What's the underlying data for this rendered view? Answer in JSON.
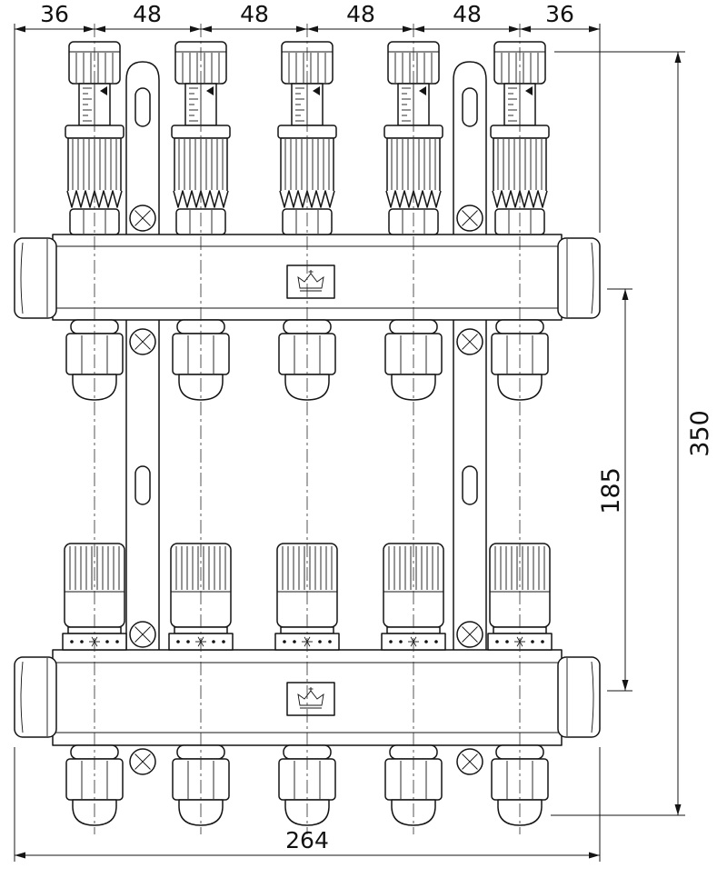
{
  "drawing": {
    "logo_icon": "crown-icon",
    "dims": {
      "top_chain": [
        "36",
        "48",
        "48",
        "48",
        "48",
        "36"
      ],
      "overall_height": "350",
      "center_distance": "185",
      "overall_width": "264"
    }
  }
}
